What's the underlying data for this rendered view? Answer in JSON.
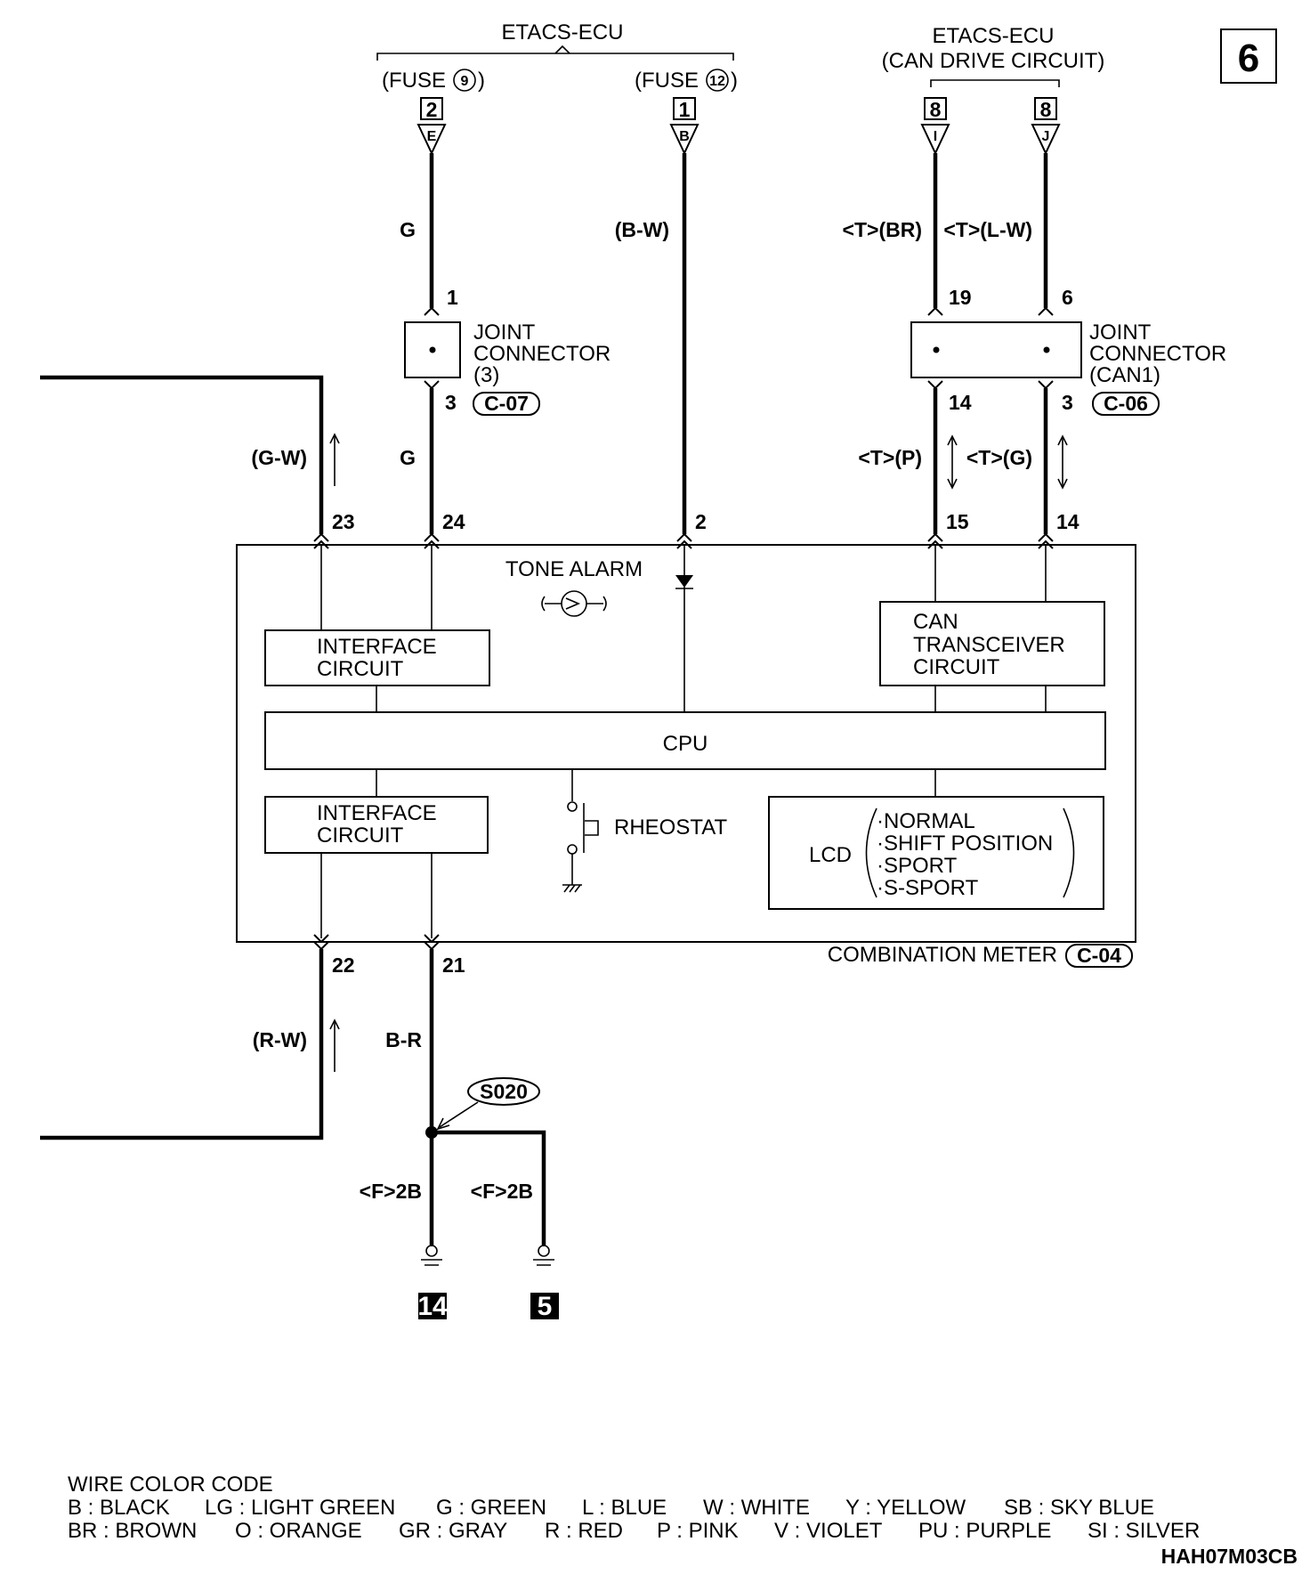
{
  "page_number": "6",
  "etacs_ecu_label": "ETACS-ECU",
  "etacs_can_label": "ETACS-ECU",
  "etacs_can_sub": "(CAN DRIVE CIRCUIT)",
  "fuse_left": {
    "prefix": "(FUSE",
    "num": "9",
    "suffix": ")"
  },
  "fuse_right": {
    "prefix": "(FUSE",
    "num": "12",
    "suffix": ")"
  },
  "top_connectors": [
    {
      "box": "2",
      "pin": "E"
    },
    {
      "box": "1",
      "pin": "B"
    },
    {
      "box": "8",
      "pin": "I"
    },
    {
      "box": "8",
      "pin": "J"
    }
  ],
  "wire_labels": {
    "fuse9_top": "G",
    "fuse12": "(B-W)",
    "can_i_top": "<T>(BR)",
    "can_j_top": "<T>(L-W)",
    "left_upper": "(G-W)",
    "joint_out": "G",
    "can_p": "<T>(P)",
    "can_g": "<T>(G)",
    "left_lower": "(R-W)",
    "ground_main": "B-R",
    "ground_a": "<F>2B",
    "ground_b": "<F>2B"
  },
  "pins": {
    "j3_in": "1",
    "j3_out": "3",
    "can1_in_a": "19",
    "can1_in_b": "6",
    "can1_out_a": "14",
    "can1_out_b": "3",
    "meter_23": "23",
    "meter_24": "24",
    "meter_2": "2",
    "meter_15": "15",
    "meter_14": "14",
    "meter_22": "22",
    "meter_21": "21"
  },
  "joint_connector_3": {
    "line1": "JOINT",
    "line2": "CONNECTOR",
    "line3": "(3)",
    "code": "C-07"
  },
  "joint_connector_can1": {
    "line1": "JOINT",
    "line2": "CONNECTOR",
    "line3": "(CAN1)",
    "code": "C-06"
  },
  "meter": {
    "tone_alarm": "TONE ALARM",
    "interface_upper": [
      "INTERFACE",
      "CIRCUIT"
    ],
    "can_transceiver": [
      "CAN",
      "TRANSCEIVER",
      "CIRCUIT"
    ],
    "cpu": "CPU",
    "interface_lower": [
      "INTERFACE",
      "CIRCUIT"
    ],
    "rheostat": "RHEOSTAT",
    "lcd": "LCD",
    "lcd_modes": [
      "·NORMAL",
      "·SHIFT POSITION",
      "·SPORT",
      "·S-SPORT"
    ],
    "name": "COMBINATION METER",
    "code": "C-04"
  },
  "splice": "S020",
  "grounds": [
    "14",
    "5"
  ],
  "legend": {
    "title": "WIRE COLOR CODE",
    "row1": [
      "B : BLACK",
      "LG : LIGHT GREEN",
      "G : GREEN",
      "L : BLUE",
      "W : WHITE",
      "Y : YELLOW",
      "SB : SKY BLUE"
    ],
    "row2": [
      "BR : BROWN",
      "O : ORANGE",
      "GR : GRAY",
      "R : RED",
      "P : PINK",
      "V : VIOLET",
      "PU : PURPLE",
      "SI : SILVER"
    ]
  },
  "figure_code": "HAH07M03CB"
}
